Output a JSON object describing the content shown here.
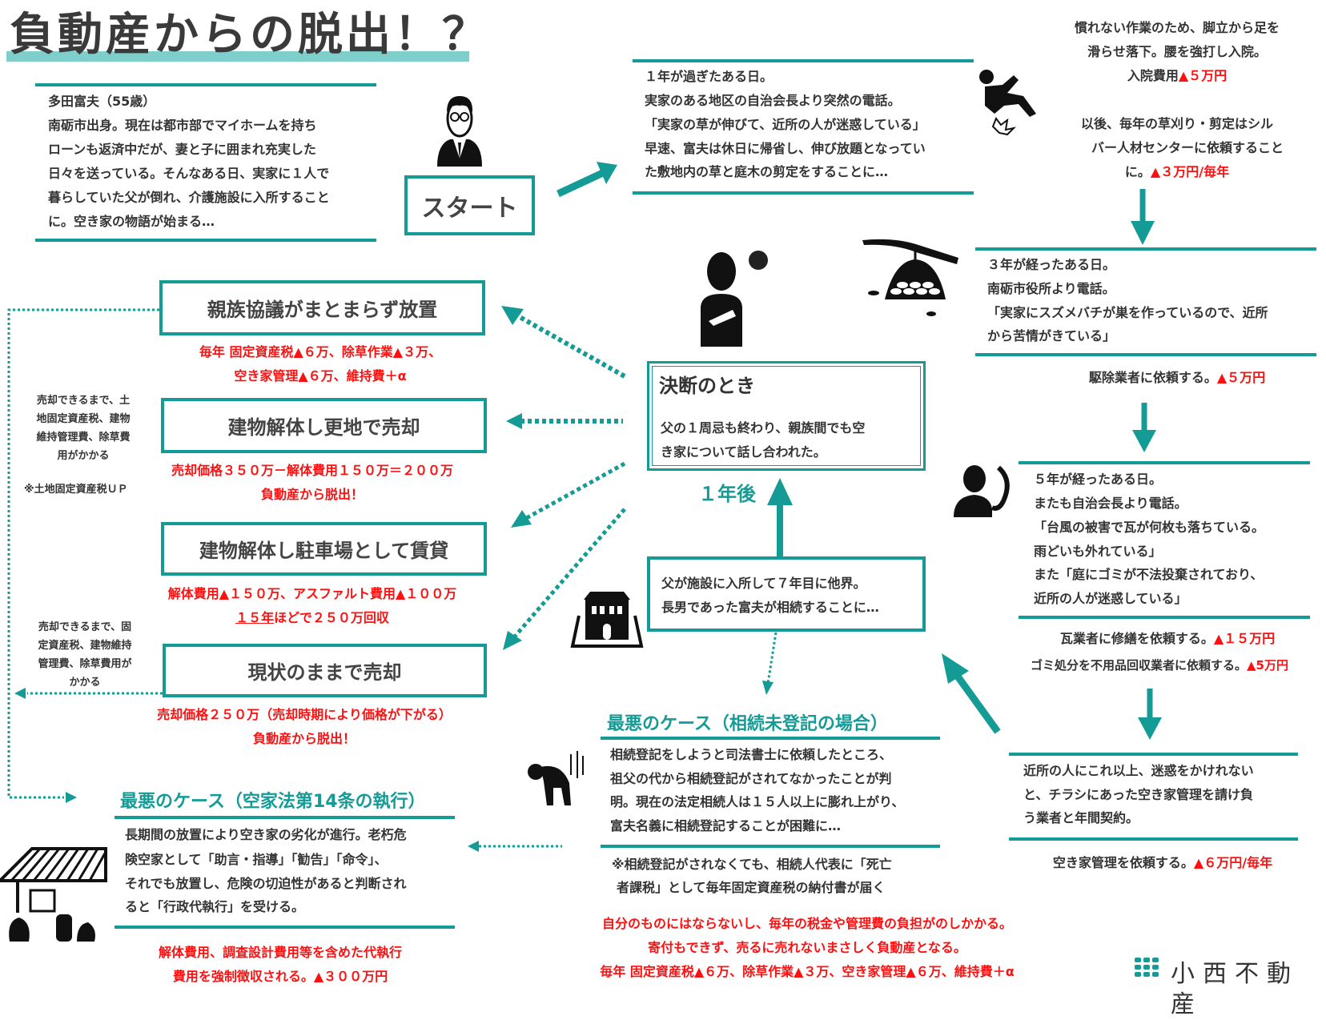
{
  "title": "負動産からの脱出！？",
  "colors": {
    "teal": "#159b96",
    "red": "#ff1010",
    "highlight": "#7ecfcb",
    "text": "#333333"
  },
  "intro": {
    "name": "多田富夫（55歳）",
    "lines": [
      "南砺市出身。現在は都市部でマイホームを持ち",
      "ローンも返済中だが、妻と子に囲まれ充実した",
      "日々を送っている。そんなある日、実家に１人で",
      "暮らしていた父が倒れ、介護施設に入所すること",
      "に。空き家の物語が始まる…"
    ]
  },
  "start_label": "スタート",
  "event1": {
    "lines": [
      "１年が過ぎたある日。",
      "実家のある地区の自治会長より突然の電話。",
      "「実家の草が伸びて、近所の人が迷惑している」",
      "早速、富夫は休日に帰省し、伸び放題となってい",
      "た敷地内の草と庭木の剪定をすることに…"
    ]
  },
  "fall": {
    "lines": [
      "慣れない作業のため、脚立から足を",
      "滑らせ落下。腰を強打し入院。"
    ],
    "cost_label": "入院費用",
    "cost": "▲５万円"
  },
  "silver": {
    "lines": [
      "以後、毎年の草刈り・剪定はシル",
      "バー人材センターに依頼すること"
    ],
    "last": "に。",
    "cost": "▲３万円/毎年"
  },
  "event3": {
    "lines": [
      "３年が経ったある日。",
      "南砺市役所より電話。",
      "「実家にスズメバチが巣を作っているので、近所",
      "から苦情がきている」"
    ],
    "action": "駆除業者に依頼する。",
    "cost": "▲５万円"
  },
  "event5": {
    "lines": [
      "５年が経ったある日。",
      "またも自治会長より電話。",
      "「台風の被害で瓦が何枚も落ちている。",
      "雨どいも外れている」",
      "また「庭にゴミが不法投棄されており、",
      "近所の人が迷惑している」"
    ],
    "action1": "瓦業者に修繕を依頼する。",
    "cost1": "▲１５万円",
    "action2": "ゴミ処分を不用品回収業者に依頼する。",
    "cost2": "▲5万円"
  },
  "management": {
    "lines": [
      "近所の人にこれ以上、迷惑をかけれない",
      "と、チラシにあった空き家管理を請け負",
      "う業者と年間契約。"
    ],
    "action": "空き家管理を依頼する。",
    "cost": "▲６万円/毎年"
  },
  "decision": {
    "title": "決断のとき",
    "lines": [
      "父の１周忌も終わり、親族間でも空",
      "き家について話し合われた。"
    ]
  },
  "one_year_later": "１年後",
  "inheritance": {
    "lines": [
      "父が施設に入所して７年目に他界。",
      "長男であった富夫が相続することに…"
    ]
  },
  "worst_inherit": {
    "title": "最悪のケース（相続未登記の場合）",
    "lines": [
      "相続登記をしようと司法書士に依頼したところ、",
      "祖父の代から相続登記がされてなかったことが判",
      "明。現在の法定相続人は１５人以上に膨れ上がり、",
      "富夫名義に相続登記することが困難に…"
    ],
    "note": [
      "※相続登記がされなくても、相続人代表に「死亡",
      "者課税」として毎年固定資産税の納付書が届く"
    ]
  },
  "conclusion": [
    "自分のものにはならないし、毎年の税金や管理費の負担がのしかかる。",
    "寄付もできず、売るに売れないまさしく負動産となる。",
    "毎年 固定資産税▲６万、除草作業▲３万、空き家管理▲６万、維持費＋α"
  ],
  "options": [
    {
      "label": "親族協議がまとまらず放置",
      "cost": [
        "毎年 固定資産税▲６万、除草作業▲３万、",
        "空き家管理▲６万、維持費＋α"
      ]
    },
    {
      "label": "建物解体し更地で売却",
      "cost": [
        "売却価格３５０万－解体費用１５０万＝２００万",
        "負動産から脱出！"
      ],
      "side": [
        "売却できるまで、土",
        "地固定資産税、建物",
        "維持管理費、除草費",
        "用がかかる"
      ],
      "side_note": "※土地固定資産税ＵＰ"
    },
    {
      "label": "建物解体し駐車場として賃貸",
      "cost": [
        "解体費用▲１５０万、アスファルト費用▲１００万"
      ],
      "cost2_underlined": "１５年",
      "cost2_rest": "ほどで２５０万回収"
    },
    {
      "label": "現状のままで売却",
      "cost": [
        "売却価格２５０万（売却時期により価格が下がる）",
        "負動産から脱出！"
      ],
      "side": [
        "売却できるまで、固",
        "定資産税、建物維持",
        "管理費、除草費用が",
        "かかる"
      ]
    }
  ],
  "worst_vacant": {
    "title": "最悪のケース（空家法第14条の執行）",
    "lines": [
      "長期間の放置により空き家の劣化が進行。老朽危",
      "険空家として「助言・指導」「勧告」「命令」、",
      "それでも放置し、危険の切迫性があると判断され",
      "ると「行政代執行」を受ける。"
    ],
    "cost": [
      "解体費用、調査設計費用等を含めた代執行",
      "費用を強制徴収される。▲３００万円"
    ]
  },
  "logo": {
    "name": "小西不動産"
  }
}
